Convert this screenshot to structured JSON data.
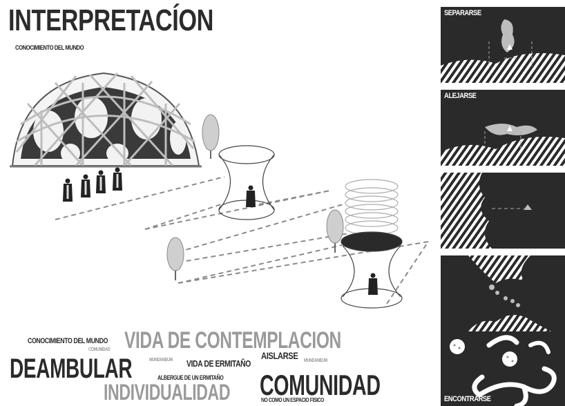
{
  "title": "INTERPRETACÍON",
  "subtitle": "CONOCIMIENTO DEL MUNDO",
  "panels": [
    {
      "label": "SEPARARSE"
    },
    {
      "label": "ALEJARSE"
    },
    {
      "label": ""
    },
    {
      "label": ""
    },
    {
      "label": "ENCONTRARSE"
    }
  ],
  "word_cloud": {
    "w1": "CONOCIMIENTO DEL MUNDO",
    "w2": "COMUNIDAD",
    "w3": "VIDA DE CONTEMPLACION",
    "w4": "DEAMBULAR",
    "w5": "MUNDANEUM",
    "w6": "VIDA DE ERMITAÑO",
    "w7": "AISLARSE",
    "w8": "MUNDANEUM",
    "w9": "ALBERGUE DE UN ERMITAÑO",
    "w10": "INDIVIDUALIDAD",
    "w11": "COMUNIDAD",
    "w12": "NO COMO UN ESPACIO FISICO"
  },
  "colors": {
    "dark": "#2a2a2a",
    "grey_text": "#9a9a9a",
    "dashed": "#888888"
  },
  "icons": [
    "geodesic-dome",
    "monk-figure",
    "tree",
    "hourglass-pod",
    "stacked-rings"
  ]
}
